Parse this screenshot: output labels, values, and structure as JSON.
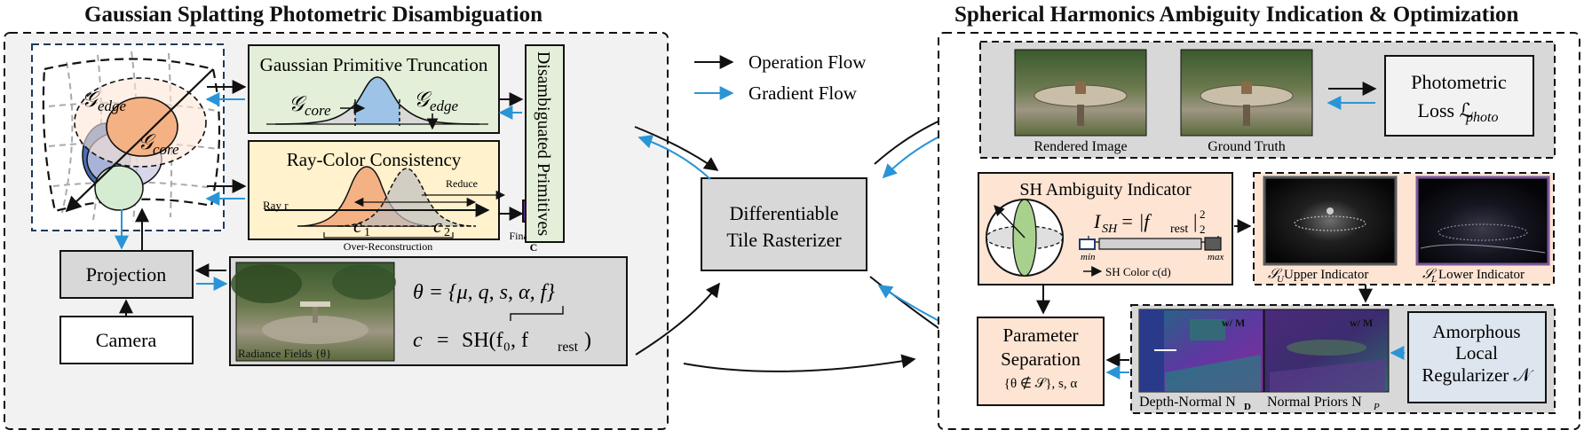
{
  "left_panel": {
    "title": "Gaussian Splatting Photometric Disambiguation",
    "gauss_labels": {
      "edge": "𝒢",
      "edge_sub": "edge",
      "core": "𝒢",
      "core_sub": "core"
    },
    "truncation": {
      "title": "Gaussian Primitive Truncation",
      "core_label": "𝒢",
      "core_sub": "core",
      "edge_label": "𝒢",
      "edge_sub": "edge"
    },
    "ray_color": {
      "title": "Ray-Color Consistency",
      "reduce": "Reduce",
      "ray": "Ray r",
      "c1": "c",
      "c1_sub": "1",
      "c2": "c",
      "c2_sub": "2",
      "over": "Over-Reconstruction",
      "final_color": "Final Color",
      "final_c": "C"
    },
    "disambiguated": "Disambiguated Primitives",
    "projection": "Projection",
    "camera": "Camera",
    "radiance": {
      "caption": "Radiance Fields {θ}",
      "theta_eq": "θ = {μ, q, s, α, f}",
      "c_eq_lhs": "c",
      "c_eq_eq": "=",
      "c_eq_rhs": "SH(f₀, f",
      "c_eq_sub": "rest",
      "c_eq_close": ")"
    }
  },
  "legend": {
    "operation": "Operation Flow",
    "gradient": "Gradient Flow",
    "operation_color": "#111111",
    "gradient_color": "#2a95d6"
  },
  "center": {
    "rasterizer_line1": "Differentiable",
    "rasterizer_line2": "Tile Rasterizer"
  },
  "right_panel": {
    "title": "Spherical Harmonics Ambiguity Indication & Optimization",
    "rendered": "Rendered Image",
    "ground_truth": "Ground Truth",
    "photo_loss_line1": "Photometric",
    "photo_loss_line2": "Loss ℒ",
    "photo_loss_sub": "photo",
    "sh": {
      "title": "SH Ambiguity Indicator",
      "eq_lhs": "I",
      "eq_lhs_sub": "SH",
      "eq_rhs": " = |f",
      "eq_rhs_sub": "rest",
      "eq_end": "|",
      "eq_exp": "2",
      "eq_exp_low": "2",
      "min": "min",
      "max": "max",
      "color": "SH Color c(d)"
    },
    "upper": {
      "symbol": "𝒮",
      "sub": "U",
      "label": " Upper Indicator"
    },
    "lower": {
      "symbol": "𝒮",
      "sub": "L",
      "label": " Lower Indicator"
    },
    "param_sep": {
      "line1": "Parameter",
      "line2": "Separation",
      "line3": "{θ ∉ 𝒮}, s, α"
    },
    "wm": "w/ M",
    "depth_normal": "Depth-Normal N",
    "depth_normal_sub": "D",
    "normal_priors": "Normal Priors N",
    "normal_priors_sub": "P",
    "regularizer_line1": "Amorphous",
    "regularizer_line2": "Local",
    "regularizer_line3": "Regularizer 𝒩"
  },
  "colors": {
    "panel_bg": "#f2f2f2",
    "grey_box": "#d8d8d8",
    "green_box": "#e3efd8",
    "yellow_box": "#fff2cc",
    "peach_box": "#fde4d3",
    "orange_blob": "#f4b183",
    "blue_blob": "#4a6fb5",
    "green_blob": "#d6ecd2",
    "blue_curve": "#9dc3e6",
    "purple_square": "#7030a0",
    "sky_box": "#dde6ef"
  }
}
